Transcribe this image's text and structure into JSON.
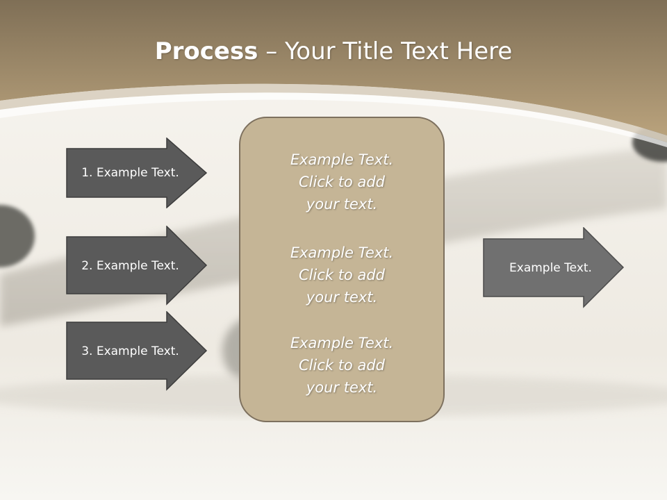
{
  "slide": {
    "title_bold": "Process",
    "title_rest": " – Your Title Text Here"
  },
  "inputs": [
    {
      "label": "1. Example Text."
    },
    {
      "label": "2. Example Text."
    },
    {
      "label": "3. Example Text."
    }
  ],
  "center_panel": {
    "blocks": [
      {
        "line1": "Example Text.",
        "line2": "Click  to add",
        "line3": "your text."
      },
      {
        "line1": "Example Text.",
        "line2": "Click  to add",
        "line3": "your text."
      },
      {
        "line1": "Example Text.",
        "line2": "Click  to add",
        "line3": "your text."
      }
    ]
  },
  "output": {
    "label": "Example Text."
  },
  "colors": {
    "header_brown": "#9c8a6a",
    "panel_fill": "#c5b596",
    "dark_arrow": "#5c5c5c",
    "light_arrow": "#6f6f6f"
  }
}
